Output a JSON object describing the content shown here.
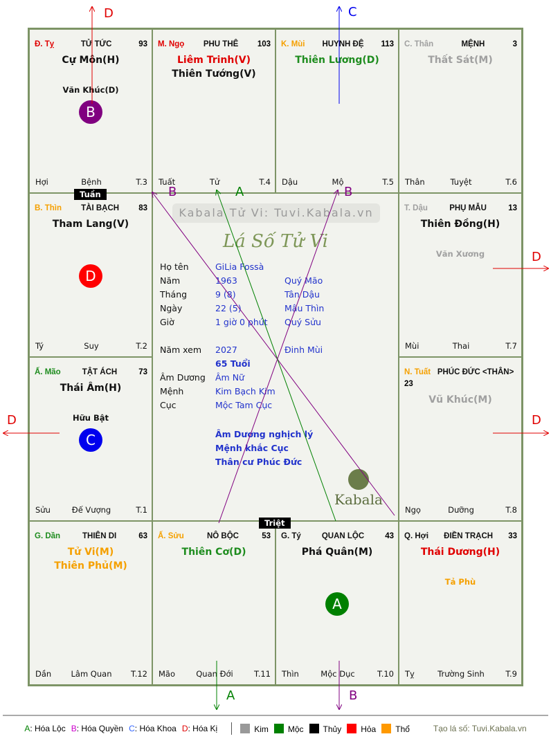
{
  "cells": [
    {
      "stem": "Đ. Tỵ",
      "stem_color": "#e00000",
      "palace": "TỬ TỨC",
      "num": "93",
      "stars": [
        {
          "t": "Cự Môn(H)",
          "c": "#111"
        }
      ],
      "minor": {
        "t": "Văn Khúc(D)",
        "c": "#111"
      },
      "badge": {
        "t": "B",
        "c": "#800080"
      },
      "bl": "Hợi",
      "bm": "Bệnh",
      "br": "T.3"
    },
    {
      "stem": "M. Ngọ",
      "stem_color": "#e00000",
      "palace": "PHU THÊ",
      "num": "103",
      "stars": [
        {
          "t": "Liêm Trinh(V)",
          "c": "#e00000"
        },
        {
          "t": "Thiên Tướng(V)",
          "c": "#111"
        }
      ],
      "bl": "Tuất",
      "bm": "Tử",
      "br": "T.4"
    },
    {
      "stem": "K. Mùi",
      "stem_color": "#f5a000",
      "palace": "HUYNH ĐỆ",
      "num": "113",
      "stars": [
        {
          "t": "Thiên Lương(D)",
          "c": "#1e8c1e"
        }
      ],
      "bl": "Dậu",
      "bm": "Mộ",
      "br": "T.5"
    },
    {
      "stem": "C. Thân",
      "stem_color": "#a0a0a0",
      "palace": "MỆNH",
      "num": "3",
      "stars": [
        {
          "t": "Thất Sát(M)",
          "c": "#a0a0a0"
        }
      ],
      "bl": "Thân",
      "bm": "Tuyệt",
      "br": "T.6"
    },
    {
      "stem": "B. Thìn",
      "stem_color": "#f5a000",
      "palace": "TÀI BẠCH",
      "num": "83",
      "stars": [
        {
          "t": "Tham Lang(V)",
          "c": "#111"
        }
      ],
      "badge": {
        "t": "D",
        "c": "#ff0000"
      },
      "bl": "Tý",
      "bm": "Suy",
      "br": "T.2"
    },
    {
      "stem": "T. Dậu",
      "stem_color": "#a0a0a0",
      "palace": "PHỤ MẪU",
      "num": "13",
      "stars": [
        {
          "t": "Thiên Đồng(H)",
          "c": "#111"
        }
      ],
      "minor": {
        "t": "Văn Xương",
        "c": "#a0a0a0"
      },
      "bl": "Mùi",
      "bm": "Thai",
      "br": "T.7"
    },
    {
      "stem": "Ấ. Mão",
      "stem_color": "#1e8c1e",
      "palace": "TẬT ÁCH",
      "num": "73",
      "stars": [
        {
          "t": "Thái Âm(H)",
          "c": "#111"
        }
      ],
      "minor": {
        "t": "Hữu Bật",
        "c": "#111"
      },
      "badge": {
        "t": "C",
        "c": "#0000ee"
      },
      "bl": "Sửu",
      "bm": "Đế Vượng",
      "br": "T.1"
    },
    {
      "stem": "N. Tuất",
      "stem_color": "#f5a000",
      "palace": "PHÚC ĐỨC <THÂN>",
      "num": "23",
      "stars": [
        {
          "t": "Vũ Khúc(M)",
          "c": "#a0a0a0"
        }
      ],
      "bl": "Ngọ",
      "bm": "Dưỡng",
      "br": "T.8"
    },
    {
      "stem": "G. Dần",
      "stem_color": "#1e8c1e",
      "palace": "THIÊN DI",
      "num": "63",
      "stars": [
        {
          "t": "Tử Vi(M)",
          "c": "#f5a000"
        },
        {
          "t": "Thiên Phủ(M)",
          "c": "#f5a000"
        }
      ],
      "bl": "Dần",
      "bm": "Lâm Quan",
      "br": "T.12"
    },
    {
      "stem": "Ấ. Sửu",
      "stem_color": "#f5a000",
      "palace": "NÔ BỘC",
      "num": "53",
      "stars": [
        {
          "t": "Thiên Cơ(D)",
          "c": "#1e8c1e"
        }
      ],
      "bl": "Mão",
      "bm": "Quan Đới",
      "br": "T.11"
    },
    {
      "stem": "G. Tý",
      "stem_color": "#111",
      "palace": "QUAN LỘC",
      "num": "43",
      "stars": [
        {
          "t": "Phá Quân(M)",
          "c": "#111"
        }
      ],
      "badge": {
        "t": "A",
        "c": "#008000"
      },
      "bl": "Thìn",
      "bm": "Mộc Dục",
      "br": "T.10"
    },
    {
      "stem": "Q. Hợi",
      "stem_color": "#111",
      "palace": "ĐIỀN TRẠCH",
      "num": "33",
      "stars": [
        {
          "t": "Thái Dương(H)",
          "c": "#e00000"
        }
      ],
      "minor": {
        "t": "Tả Phù",
        "c": "#f5a000"
      },
      "bl": "Tỵ",
      "bm": "Trường Sinh",
      "br": "T.9"
    }
  ],
  "tags": {
    "tuan": "Tuần",
    "triet": "Triệt"
  },
  "center": {
    "watermark": "Kabala Tử Vi: Tuvi.Kabala.vn",
    "title": "Lá Số Tử Vi",
    "info": [
      {
        "l": "Họ tên",
        "v": "GiLia Fossà",
        "v3": ""
      },
      {
        "l": "Năm",
        "v": "1963",
        "v3": "Quý Mão"
      },
      {
        "l": "Tháng",
        "v": "9  (8)",
        "v3": "Tân Dậu"
      },
      {
        "l": "Ngày",
        "v": "22  (5)",
        "v3": "Mậu Thìn"
      },
      {
        "l": "Giờ",
        "v": "1 giờ 0 phút",
        "v3": "Quý Sửu"
      },
      {
        "l": "",
        "v": "",
        "v3": ""
      },
      {
        "l": "Năm xem",
        "v": "2027",
        "v3": "Đinh Mùi"
      },
      {
        "l": "",
        "v": "65 Tuổi",
        "v3": ""
      },
      {
        "l": "Âm Dương",
        "v": "Âm Nữ",
        "v3": ""
      },
      {
        "l": "Mệnh",
        "v": "Kim Bạch Kim",
        "v3": ""
      },
      {
        "l": "Cục",
        "v": "Mộc Tam Cục",
        "v3": ""
      }
    ],
    "notes": [
      "Âm Dương nghịch lý",
      "Mệnh khắc Cục",
      "Thân cư Phúc Đức"
    ],
    "logo": "Kabala"
  },
  "arrow_labels": [
    {
      "t": "D",
      "c": "#e00000"
    },
    {
      "t": "C",
      "c": "#0000ee"
    },
    {
      "t": "B",
      "c": "#800080"
    },
    {
      "t": "A",
      "c": "#008000"
    },
    {
      "t": "B",
      "c": "#800080"
    },
    {
      "t": "D",
      "c": "#e00000"
    },
    {
      "t": "D",
      "c": "#e00000"
    },
    {
      "t": "D",
      "c": "#e00000"
    },
    {
      "t": "A",
      "c": "#008000"
    },
    {
      "t": "B",
      "c": "#800080"
    }
  ],
  "legend": {
    "keys": [
      {
        "k": "A",
        "c": "#008000",
        "t": ": Hóa Lộc"
      },
      {
        "k": "B",
        "c": "#cc00cc",
        "t": ": Hóa Quyền"
      },
      {
        "k": "C",
        "c": "#3366ff",
        "t": ": Hóa Khoa"
      },
      {
        "k": "D",
        "c": "#e00000",
        "t": ": Hóa Kị"
      }
    ],
    "elements": [
      {
        "t": "Kim",
        "c": "#999999"
      },
      {
        "t": "Mộc",
        "c": "#008000"
      },
      {
        "t": "Thủy",
        "c": "#000000"
      },
      {
        "t": "Hỏa",
        "c": "#ff0000"
      },
      {
        "t": "Thổ",
        "c": "#ff9900"
      }
    ],
    "credit": "Tạo lá số: Tuvi.Kabala.vn"
  }
}
